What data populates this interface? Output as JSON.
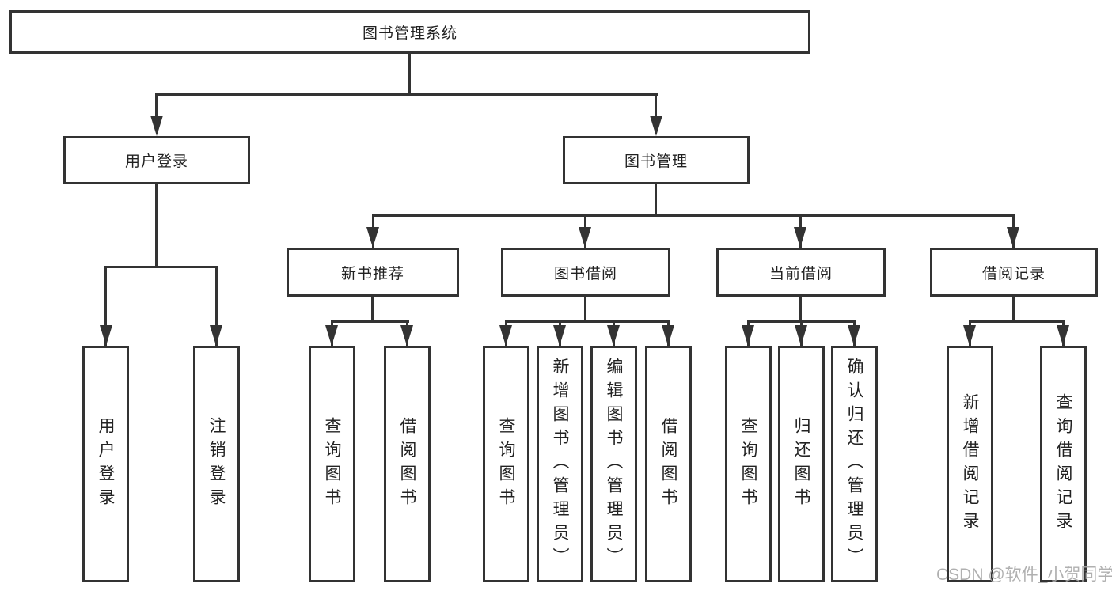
{
  "colors": {
    "line": "#333333",
    "text": "#222222",
    "watermark": "#a8a8a8",
    "background": "#ffffff"
  },
  "watermark": {
    "text": "CSDN @软件_小贺同学"
  },
  "tree": {
    "root": {
      "label": "图书管理系统"
    },
    "login": {
      "label": "用户登录",
      "children": [
        {
          "label": "用户登录"
        },
        {
          "label": "注销登录"
        }
      ]
    },
    "management": {
      "label": "图书管理",
      "sections": [
        {
          "label": "新书推荐",
          "children": [
            {
              "label": "查询图书"
            },
            {
              "label": "借阅图书"
            }
          ]
        },
        {
          "label": "图书借阅",
          "children": [
            {
              "label": "查询图书"
            },
            {
              "label": "新增图书（管理员）"
            },
            {
              "label": "编辑图书（管理员）"
            },
            {
              "label": "借阅图书"
            }
          ]
        },
        {
          "label": "当前借阅",
          "children": [
            {
              "label": "查询图书"
            },
            {
              "label": "归还图书"
            },
            {
              "label": "确认归还（管理员）"
            }
          ]
        },
        {
          "label": "借阅记录",
          "children": [
            {
              "label": "新增借阅记录"
            },
            {
              "label": "查询借阅记录"
            }
          ]
        }
      ]
    }
  }
}
